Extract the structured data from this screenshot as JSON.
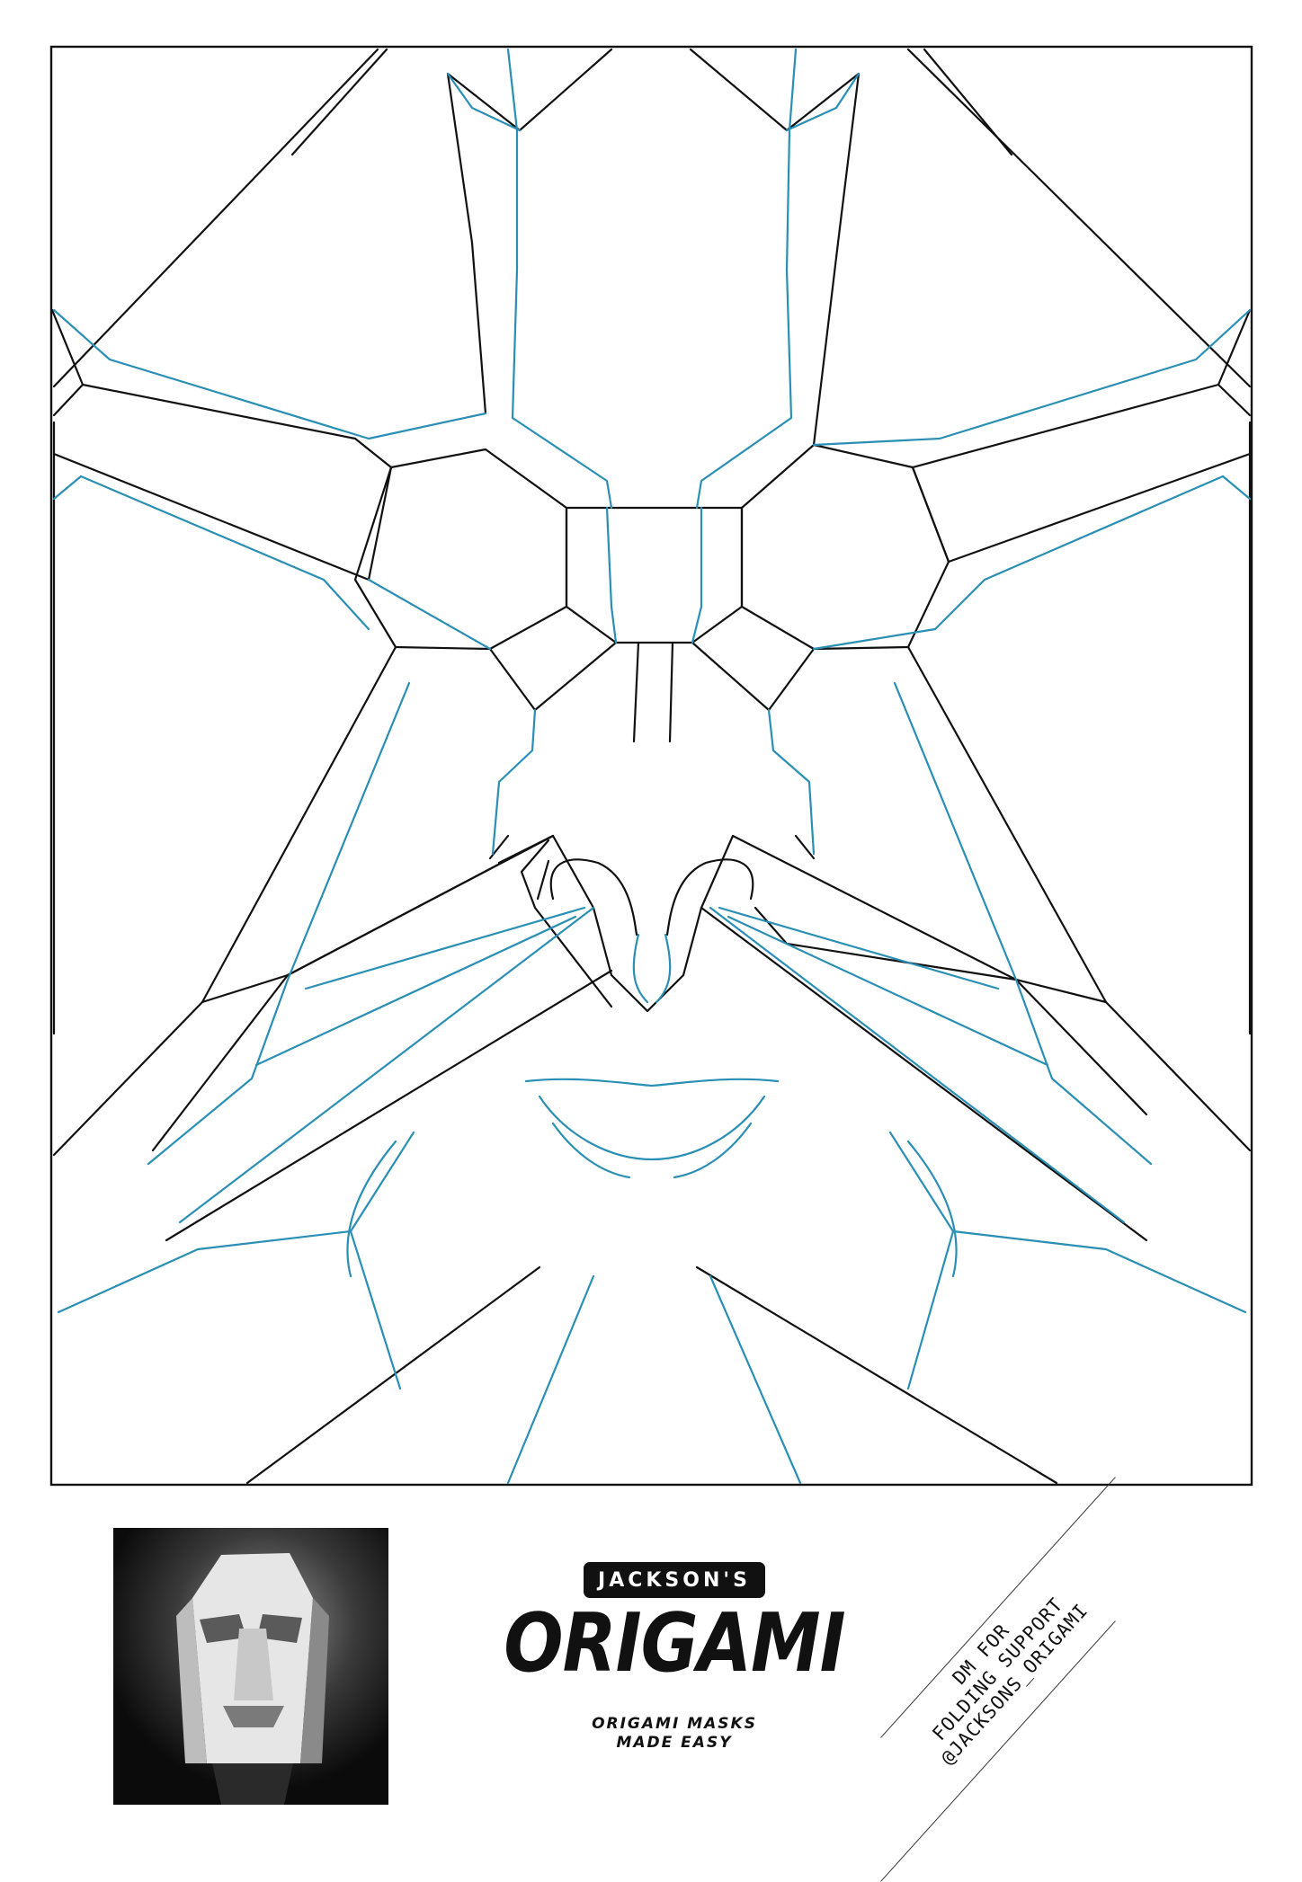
{
  "palette": {
    "mountain_fold": "#111111",
    "valley_fold": "#2a8fb4"
  },
  "icons": {
    "photo": "origami-mask-photo"
  },
  "brand": {
    "tag": "JACKSON'S",
    "title": "ORIGAMI",
    "subtitle_line1": "ORIGAMI MASKS",
    "subtitle_line2": "MADE EASY"
  },
  "support": {
    "line1": "DM FOR",
    "line2": "FOLDING SUPPORT",
    "line3": "@JACKSONS_ORIGAMI"
  }
}
